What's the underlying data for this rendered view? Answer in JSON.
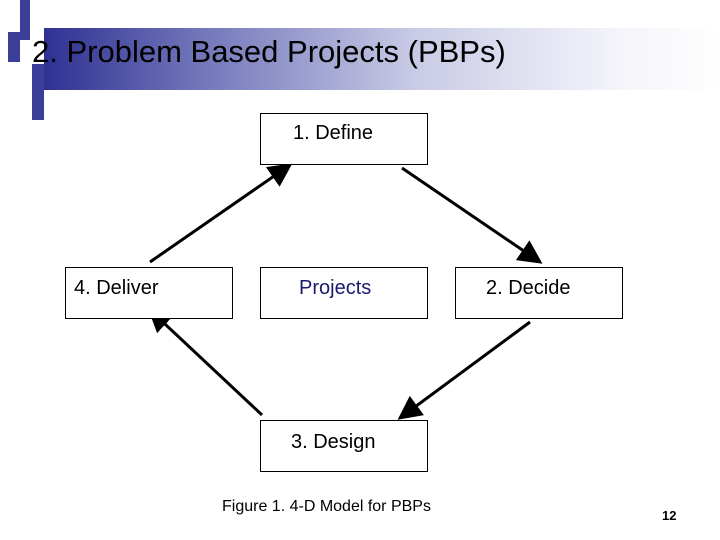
{
  "slide": {
    "title": "2. Problem Based Projects (PBPs)",
    "caption": "Figure 1.  4-D Model for PBPs",
    "page_number": "12"
  },
  "diagram": {
    "nodes": {
      "define": "1. Define",
      "deliver": "4. Deliver",
      "center": "Projects",
      "decide": "2. Decide",
      "design": "3. Design"
    },
    "edges": [
      {
        "from": "define",
        "to": "decide"
      },
      {
        "from": "decide",
        "to": "design"
      },
      {
        "from": "design",
        "to": "deliver"
      },
      {
        "from": "deliver",
        "to": "define"
      }
    ]
  },
  "colors": {
    "accent": "#2e3192",
    "center_text": "#1a1a6e"
  }
}
